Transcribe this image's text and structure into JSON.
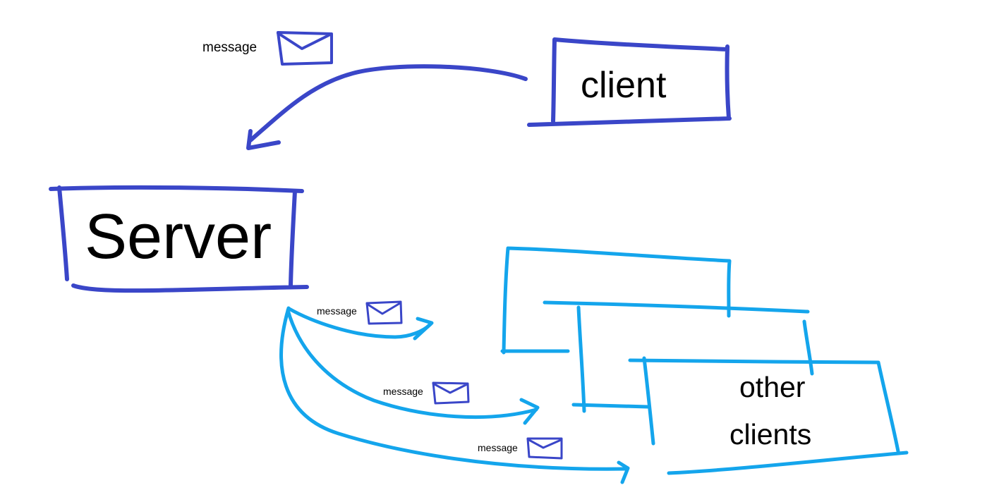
{
  "colors": {
    "client_ink": "#3a46c8",
    "broadcast_ink": "#14a5ec",
    "text": "#000000",
    "background": "#ffffff"
  },
  "nodes": {
    "client": {
      "label": "client"
    },
    "server": {
      "label": "Server"
    },
    "other_clients": {
      "label_line1": "other",
      "label_line2": "clients"
    }
  },
  "messages": {
    "incoming": {
      "label": "message",
      "icon": "envelope-icon"
    },
    "outgoing_1": {
      "label": "message",
      "icon": "envelope-icon"
    },
    "outgoing_2": {
      "label": "message",
      "icon": "envelope-icon"
    },
    "outgoing_3": {
      "label": "message",
      "icon": "envelope-icon"
    }
  }
}
